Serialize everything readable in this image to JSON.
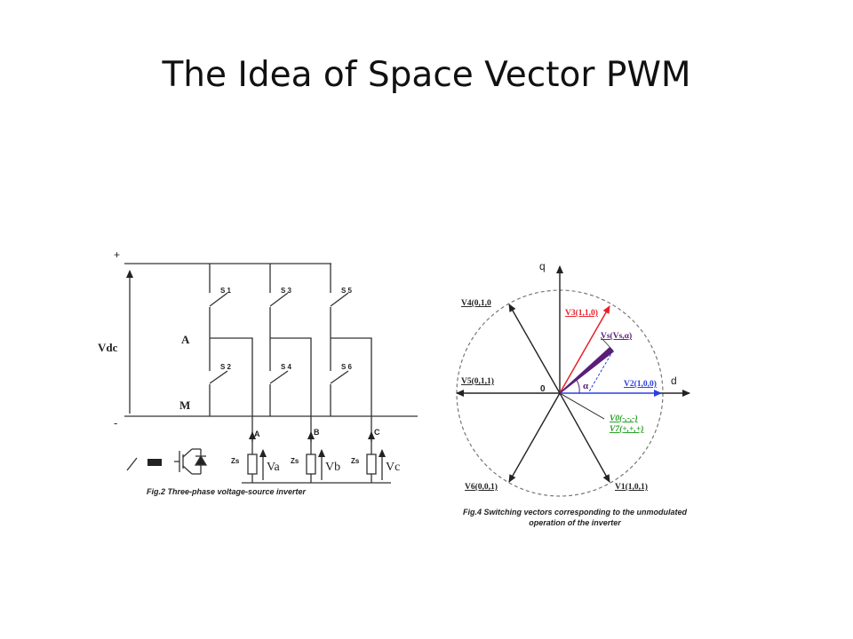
{
  "slide": {
    "title": "The Idea of Space Vector PWM"
  },
  "inverter": {
    "plus": "+",
    "minus": "-",
    "vdc": "Vdc",
    "node_a": "A",
    "node_m": "M",
    "switches": [
      "S 1",
      "S 3",
      "S 5",
      "S 2",
      "S 4",
      "S 6"
    ],
    "phase_a": "A",
    "phase_b": "B",
    "phase_c": "C",
    "zs": "Zs",
    "va": "Va",
    "vb": "Vb",
    "vc": "Vc",
    "caption": "Fig.2 Three-phase voltage-source inverter"
  },
  "vectors": {
    "q": "q",
    "d": "d",
    "origin": "0",
    "alpha": "α",
    "v1": "V1(1,0,1)",
    "v2": "V2(1,0,0)",
    "v3": "V3(1,1,0)",
    "v4": "V4(0,1,0",
    "v5": "V5(0,1,1)",
    "v6": "V6(0,0,1)",
    "vs": "Vs(Vs,α)",
    "v0": "V0(-,-,-)",
    "v7": "V7(+,+,+)",
    "caption_line1": "Fig.4 Switching vectors corresponding to the unmodulated",
    "caption_line2": "operation of the inverter",
    "colors": {
      "v3": "#e8202a",
      "vs": "#5a1e78",
      "v2": "#2a3ee0",
      "v0v7": "#1f9a1f",
      "ink": "#222222"
    }
  }
}
